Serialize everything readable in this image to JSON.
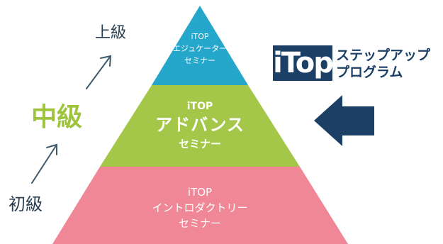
{
  "colors": {
    "top": "#25a7cc",
    "middle": "#a4c74a",
    "bottom": "#f08796",
    "navy": "#1c3f66",
    "green_text": "#9dc43c",
    "arrow": "#3d5a6e"
  },
  "pyramid": {
    "top": {
      "line1": "iTOP",
      "line2": "エジュケーター",
      "line3": "セミナー"
    },
    "middle": {
      "line1": "iTOP",
      "line2": "アドバンス",
      "line3": "セミナー"
    },
    "bottom": {
      "line1": "iTOP",
      "line2": "イントロダクトリー",
      "line3": "セミナー"
    }
  },
  "levels": {
    "advanced": "上級",
    "intermediate": "中級",
    "beginner": "初級"
  },
  "brand": {
    "logo_text": "iTop",
    "program_line1": "ステップアップ",
    "program_line2": "プログラム"
  },
  "icons": [
    "up-right-arrow-icon",
    "up-right-arrow-icon",
    "left-arrow-icon"
  ]
}
